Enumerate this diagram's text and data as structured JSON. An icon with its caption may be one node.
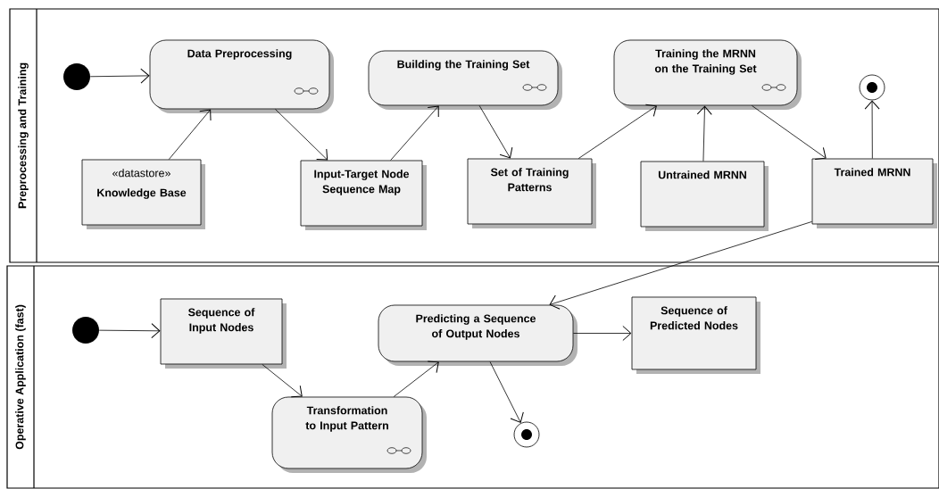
{
  "diagram": {
    "nodes": [
      {
        "text": [
          "Preprocessing and Training"
        ]
      },
      {
        "text": [],
        "shape": "dot",
        "in": 0
      },
      {
        "text": [
          "Data Preprocessing"
        ],
        "in": 0
      },
      {
        "text": [
          "Building the Training Set"
        ],
        "in": 0
      },
      {
        "text": [
          "Training the MRNN on the Training Set"
        ],
        "in": 0
      },
      {
        "text": [],
        "shape": "bullseye",
        "in": 0
      },
      {
        "text": [
          "«datastore»",
          "Knowledge Base"
        ],
        "in": 0
      },
      {
        "text": [
          "Input-Target Node Sequence Map"
        ],
        "in": 0
      },
      {
        "text": [
          "Set of Training Patterns"
        ],
        "in": 0
      },
      {
        "text": [
          "Untrained MRNN"
        ],
        "in": 0
      },
      {
        "text": [
          "Trained MRNN"
        ],
        "in": 0
      },
      {
        "text": [
          "Operative Application (fast)"
        ]
      },
      {
        "text": [],
        "shape": "dot",
        "in": 11
      },
      {
        "text": [
          "Sequence of Input Nodes"
        ],
        "in": 11
      },
      {
        "text": [
          "Predicting a Sequence of Output Nodes"
        ],
        "in": 11
      },
      {
        "text": [
          "Sequence of Predicted Nodes"
        ],
        "in": 11
      },
      {
        "text": [
          "Transformation to Input Pattern"
        ],
        "in": 11
      },
      {
        "text": [],
        "shape": "bullseye",
        "in": 11
      }
    ],
    "edges": [
      {
        "from": 1,
        "to": 2,
        "arrow": "to"
      },
      {
        "from": 6,
        "to": 2,
        "arrow": "to"
      },
      {
        "from": 2,
        "to": 7,
        "arrow": "to"
      },
      {
        "from": 7,
        "to": 3,
        "arrow": "to"
      },
      {
        "from": 3,
        "to": 8,
        "arrow": "to"
      },
      {
        "from": 8,
        "to": 4,
        "arrow": "to"
      },
      {
        "from": 9,
        "to": 4,
        "arrow": "to"
      },
      {
        "from": 4,
        "to": 10,
        "arrow": "to"
      },
      {
        "from": 10,
        "to": 5,
        "arrow": "to"
      },
      {
        "from": 10,
        "to": 14,
        "arrow": "to"
      },
      {
        "from": 12,
        "to": 13,
        "arrow": "to"
      },
      {
        "from": 13,
        "to": 16,
        "arrow": "to"
      },
      {
        "from": 16,
        "to": 14,
        "arrow": "to"
      },
      {
        "from": 14,
        "to": 15,
        "arrow": "to"
      },
      {
        "from": 14,
        "to": 17,
        "arrow": "to"
      }
    ]
  }
}
